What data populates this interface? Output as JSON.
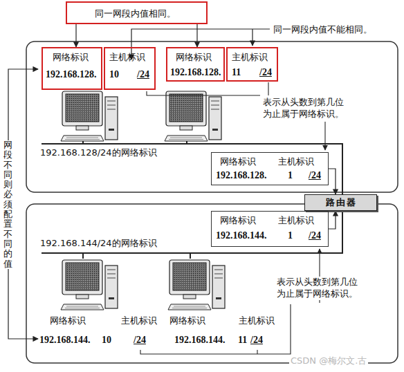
{
  "diagram": {
    "nodes": [
      {
        "text": [
          "同一网段内值相同。"
        ]
      },
      {
        "text": [
          "192.168.128/24的网络标识"
        ]
      },
      {
        "text": [
          "网络标识",
          "192.168.128."
        ],
        "in": 1
      },
      {
        "text": [
          "主机标识",
          "10",
          "/24"
        ],
        "in": 1
      },
      {
        "text": [
          "网络标识",
          "192.168.128."
        ],
        "in": 1
      },
      {
        "text": [
          "主机标识",
          "11",
          "/24"
        ],
        "in": 1
      },
      {
        "text": [
          "网络标识",
          "主机标识",
          "192.168.128.",
          "1",
          "/24"
        ],
        "in": 1
      },
      {
        "text": [
          "路由器"
        ]
      },
      {
        "text": [
          "192.168.144/24的网络标识"
        ]
      },
      {
        "text": [
          "网络标识",
          "主机标识",
          "192.168.144.",
          "1",
          "/24"
        ],
        "in": 8
      }
    ],
    "edges": [
      {
        "from": 0,
        "to": 2,
        "arrow": "to"
      },
      {
        "from": 0,
        "to": 4,
        "arrow": "to"
      },
      {
        "from": 6,
        "to": 7,
        "arrow": "to"
      },
      {
        "from": 9,
        "to": 7,
        "arrow": "to"
      }
    ],
    "labels": [
      "同一网段内值不能相同。",
      "网段不同则必须配置不同的值",
      "表示从头数到第几位为止属于网络标识。",
      "表示从头数到第几位为止属于网络标识。",
      "网络标识",
      "192.168.144.",
      "主机标识",
      "10",
      "/24",
      "网络标识",
      "192.168.144.",
      "主机标识",
      "11",
      "/24",
      "CSDN @梅尔文.古"
    ]
  }
}
